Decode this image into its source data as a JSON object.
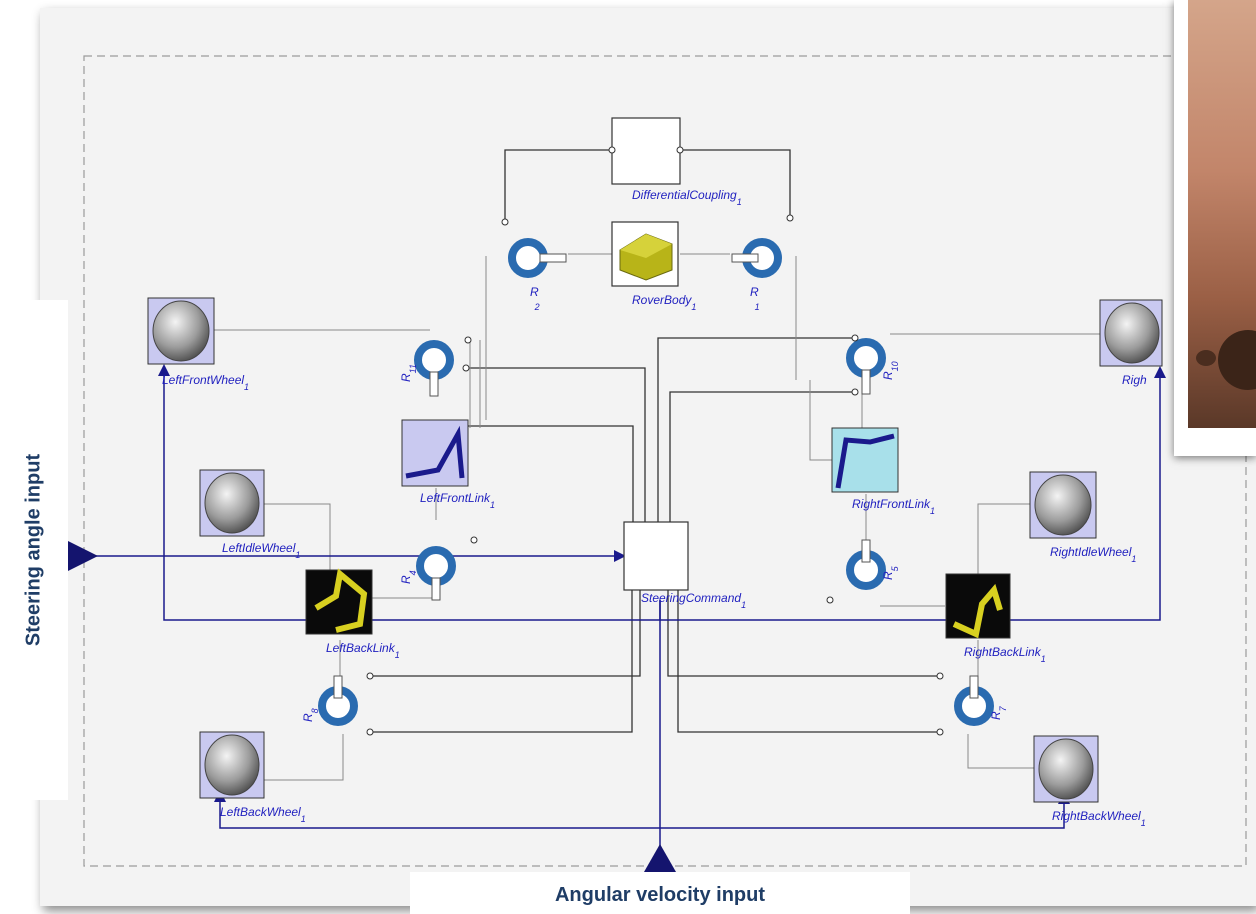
{
  "labels": {
    "steering_input": "Steering angle input",
    "velocity_input": "Angular velocity input"
  },
  "blocks": {
    "differential_coupling": "DifferentialCoupling",
    "rover_body": "RoverBody",
    "steering_command": "SteeringCommand",
    "left_front_wheel": "LeftFrontWheel",
    "left_idle_wheel": "LeftIdleWheel",
    "left_back_wheel": "LeftBackWheel",
    "left_front_link": "LeftFrontLink",
    "left_back_link": "LeftBackLink",
    "right_front_wheel": "Righ",
    "right_idle_wheel": "RightIdleWheel",
    "right_back_wheel": "RightBackWheel",
    "right_front_link": "RightFrontLink",
    "right_back_link": "RightBackLink"
  },
  "subscripts": {
    "one": "1"
  },
  "joints": {
    "r1": "R",
    "r1_idx": "1",
    "r2": "R",
    "r2_idx": "2",
    "r4": "R",
    "r4_idx": "4",
    "r5": "R",
    "r5_idx": "5",
    "r7": "R",
    "r7_idx": "7",
    "r8": "R",
    "r8_idx": "8",
    "r10": "R",
    "r10_idx": "10",
    "r11": "R",
    "r11_idx": "11"
  },
  "colors": {
    "wire_dark": "#333333",
    "wire_blue": "#1a1a8c",
    "label_blue": "#1f1fbf",
    "joint_blue": "#2a6bb0",
    "body_olive": "#b8b418"
  }
}
